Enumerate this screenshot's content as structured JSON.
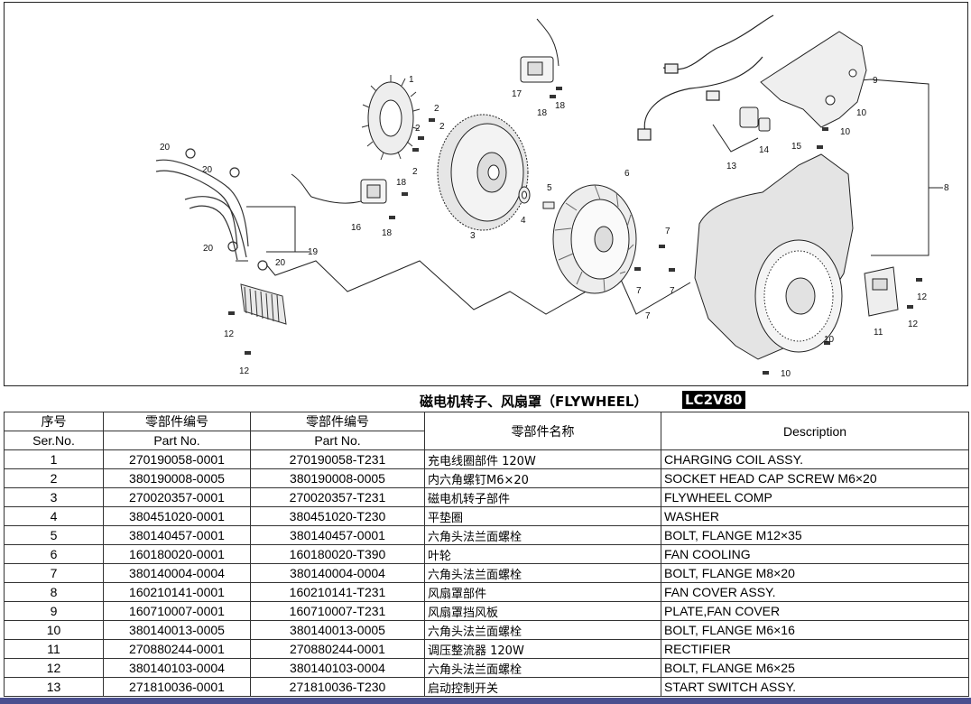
{
  "diagram": {
    "callouts": {
      "c1": "1",
      "c2a": "2",
      "c2b": "2",
      "c2c": "2",
      "c2d": "2",
      "c3": "3",
      "c4": "4",
      "c5": "5",
      "c6": "6",
      "c7a": "7",
      "c7b": "7",
      "c7c": "7",
      "c7d": "7",
      "c8": "8",
      "c9": "9",
      "c10a": "10",
      "c10b": "10",
      "c10c": "10",
      "c10d": "10",
      "c11": "11",
      "c12a": "12",
      "c12b": "12",
      "c12c": "12",
      "c12d": "12",
      "c13": "13",
      "c14": "14",
      "c15": "15",
      "c16": "16",
      "c17": "17",
      "c18a": "18",
      "c18b": "18",
      "c18c": "18",
      "c18d": "18",
      "c19": "19",
      "c20a": "20",
      "c20b": "20",
      "c20c": "20",
      "c20d": "20"
    }
  },
  "title": {
    "text": "磁电机转子、风扇罩（FLYWHEEL）",
    "model": "LC2V80"
  },
  "table": {
    "headers": {
      "ser_cn": "序号",
      "ser_en": "Ser.No.",
      "part1_cn": "零部件编号",
      "part1_en": "Part No.",
      "part2_cn": "零部件编号",
      "part2_en": "Part No.",
      "name_cn": "零部件名称",
      "desc": "Description"
    },
    "rows": [
      {
        "ser": "1",
        "part1": "270190058-0001",
        "part2": "270190058-T231",
        "name": "充电线圈部件  120W",
        "desc": "CHARGING COIL ASSY."
      },
      {
        "ser": "2",
        "part1": "380190008-0005",
        "part2": "380190008-0005",
        "name": "内六角螺钉M6×20",
        "desc": "SOCKET HEAD CAP SCREW  M6×20"
      },
      {
        "ser": "3",
        "part1": "270020357-0001",
        "part2": "270020357-T231",
        "name": "磁电机转子部件",
        "desc": "FLYWHEEL COMP"
      },
      {
        "ser": "4",
        "part1": "380451020-0001",
        "part2": "380451020-T230",
        "name": "平垫圈",
        "desc": "WASHER"
      },
      {
        "ser": "5",
        "part1": "380140457-0001",
        "part2": "380140457-0001",
        "name": "六角头法兰面螺栓",
        "desc": "BOLT, FLANGE  M12×35"
      },
      {
        "ser": "6",
        "part1": "160180020-0001",
        "part2": "160180020-T390",
        "name": "叶轮",
        "desc": "FAN COOLING"
      },
      {
        "ser": "7",
        "part1": "380140004-0004",
        "part2": "380140004-0004",
        "name": "六角头法兰面螺栓",
        "desc": "BOLT, FLANGE  M8×20"
      },
      {
        "ser": "8",
        "part1": "160210141-0001",
        "part2": "160210141-T231",
        "name": "风扇罩部件",
        "desc": "FAN COVER ASSY."
      },
      {
        "ser": "9",
        "part1": "160710007-0001",
        "part2": "160710007-T231",
        "name": "风扇罩挡风板",
        "desc": "PLATE,FAN COVER"
      },
      {
        "ser": "10",
        "part1": "380140013-0005",
        "part2": "380140013-0005",
        "name": "六角头法兰面螺栓",
        "desc": "BOLT, FLANGE  M6×16"
      },
      {
        "ser": "11",
        "part1": "270880244-0001",
        "part2": "270880244-0001",
        "name": "调压整流器  120W",
        "desc": "RECTIFIER"
      },
      {
        "ser": "12",
        "part1": "380140103-0004",
        "part2": "380140103-0004",
        "name": "六角头法兰面螺栓",
        "desc": "BOLT, FLANGE  M6×25"
      },
      {
        "ser": "13",
        "part1": "271810036-0001",
        "part2": "271810036-T230",
        "name": "启动控制开关",
        "desc": "START SWITCH ASSY."
      }
    ]
  }
}
